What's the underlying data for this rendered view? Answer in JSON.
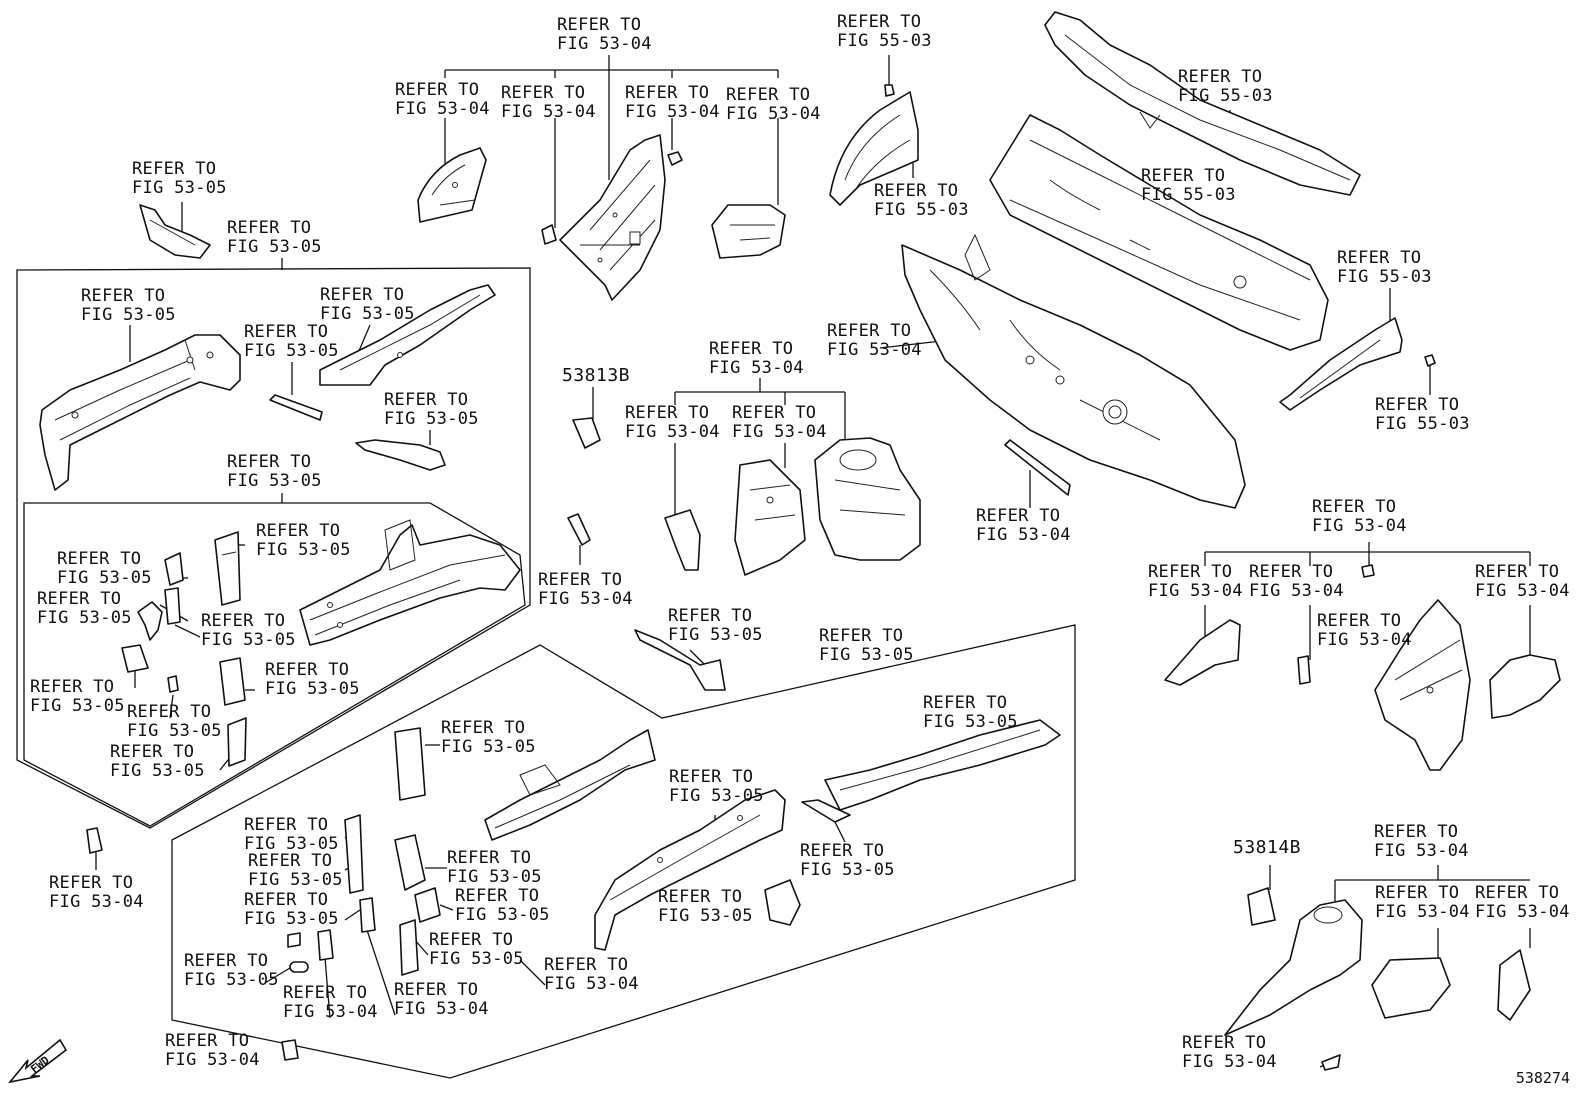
{
  "refer_label": "REFER TO",
  "figure_id": "538274",
  "fwd_label": "FWD",
  "part_numbers": {
    "p1": "53813B",
    "p2": "53814B"
  },
  "callouts": [
    {
      "fig": "FIG 53-04"
    },
    {
      "fig": "FIG 53-04"
    },
    {
      "fig": "FIG 53-04"
    },
    {
      "fig": "FIG 53-04"
    },
    {
      "fig": "FIG 53-04"
    },
    {
      "fig": "FIG 55-03"
    },
    {
      "fig": "FIG 55-03"
    },
    {
      "fig": "FIG 55-03"
    },
    {
      "fig": "FIG 55-03"
    },
    {
      "fig": "FIG 55-03"
    },
    {
      "fig": "FIG 55-03"
    },
    {
      "fig": "FIG 53-05"
    },
    {
      "fig": "FIG 53-05"
    },
    {
      "fig": "FIG 53-05"
    },
    {
      "fig": "FIG 53-05"
    },
    {
      "fig": "FIG 53-05"
    },
    {
      "fig": "FIG 53-05"
    },
    {
      "fig": "FIG 53-04"
    },
    {
      "fig": "FIG 53-04"
    },
    {
      "fig": "FIG 53-04"
    },
    {
      "fig": "FIG 53-04"
    },
    {
      "fig": "FIG 53-04"
    },
    {
      "fig": "FIG 53-05"
    },
    {
      "fig": "FIG 53-05"
    },
    {
      "fig": "FIG 53-05"
    },
    {
      "fig": "FIG 53-05"
    },
    {
      "fig": "FIG 53-05"
    },
    {
      "fig": "FIG 53-05"
    },
    {
      "fig": "FIG 53-05"
    },
    {
      "fig": "FIG 53-05"
    },
    {
      "fig": "FIG 53-05"
    },
    {
      "fig": "FIG 53-05"
    },
    {
      "fig": "FIG 53-04"
    },
    {
      "fig": "FIG 53-04"
    },
    {
      "fig": "FIG 53-04"
    },
    {
      "fig": "FIG 53-04"
    },
    {
      "fig": "FIG 53-04"
    },
    {
      "fig": "FIG 53-04"
    },
    {
      "fig": "FIG 53-05"
    },
    {
      "fig": "FIG 53-05"
    },
    {
      "fig": "FIG 53-05"
    },
    {
      "fig": "FIG 53-05"
    },
    {
      "fig": "FIG 53-05"
    },
    {
      "fig": "FIG 53-05"
    },
    {
      "fig": "FIG 53-05"
    },
    {
      "fig": "FIG 53-05"
    },
    {
      "fig": "FIG 53-05"
    },
    {
      "fig": "FIG 53-05"
    },
    {
      "fig": "FIG 53-05"
    },
    {
      "fig": "FIG 53-05"
    },
    {
      "fig": "FIG 53-05"
    },
    {
      "fig": "FIG 53-04"
    },
    {
      "fig": "FIG 53-04"
    },
    {
      "fig": "FIG 53-04"
    },
    {
      "fig": "FIG 53-04"
    },
    {
      "fig": "FIG 53-04"
    },
    {
      "fig": "FIG 53-04"
    },
    {
      "fig": "FIG 53-04"
    },
    {
      "fig": "FIG 53-04"
    },
    {
      "fig": "FIG 53-04"
    }
  ]
}
